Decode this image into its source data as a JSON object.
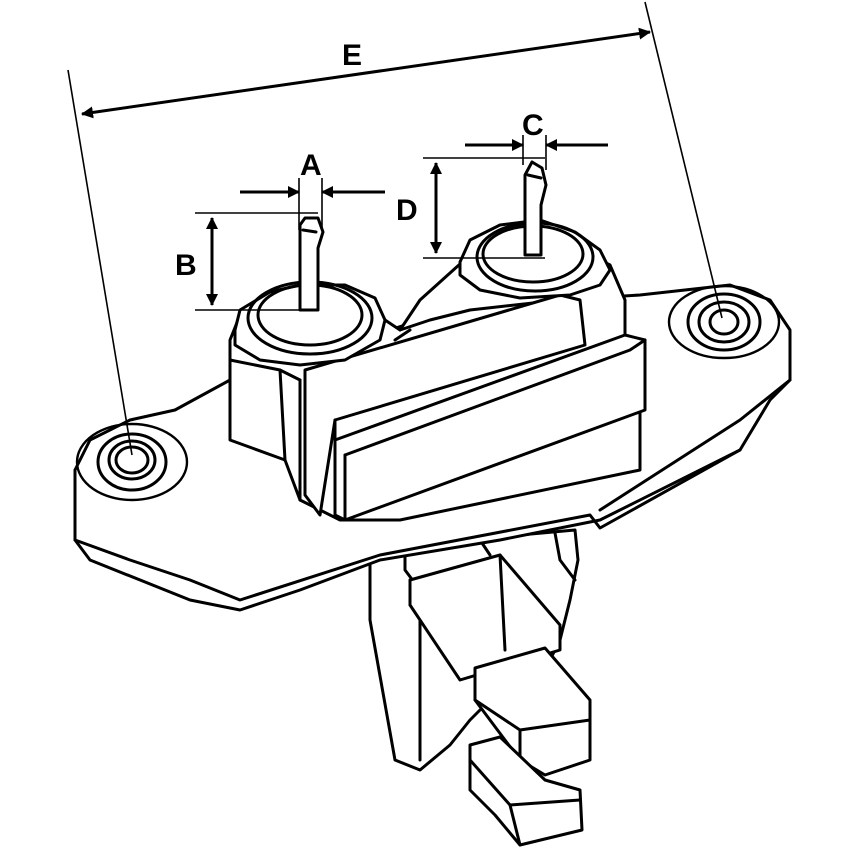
{
  "dimension_labels": {
    "a": "A",
    "b": "B",
    "c": "C",
    "d": "D",
    "e": "E"
  },
  "colors": {
    "line": "#000000",
    "background": "#ffffff"
  }
}
